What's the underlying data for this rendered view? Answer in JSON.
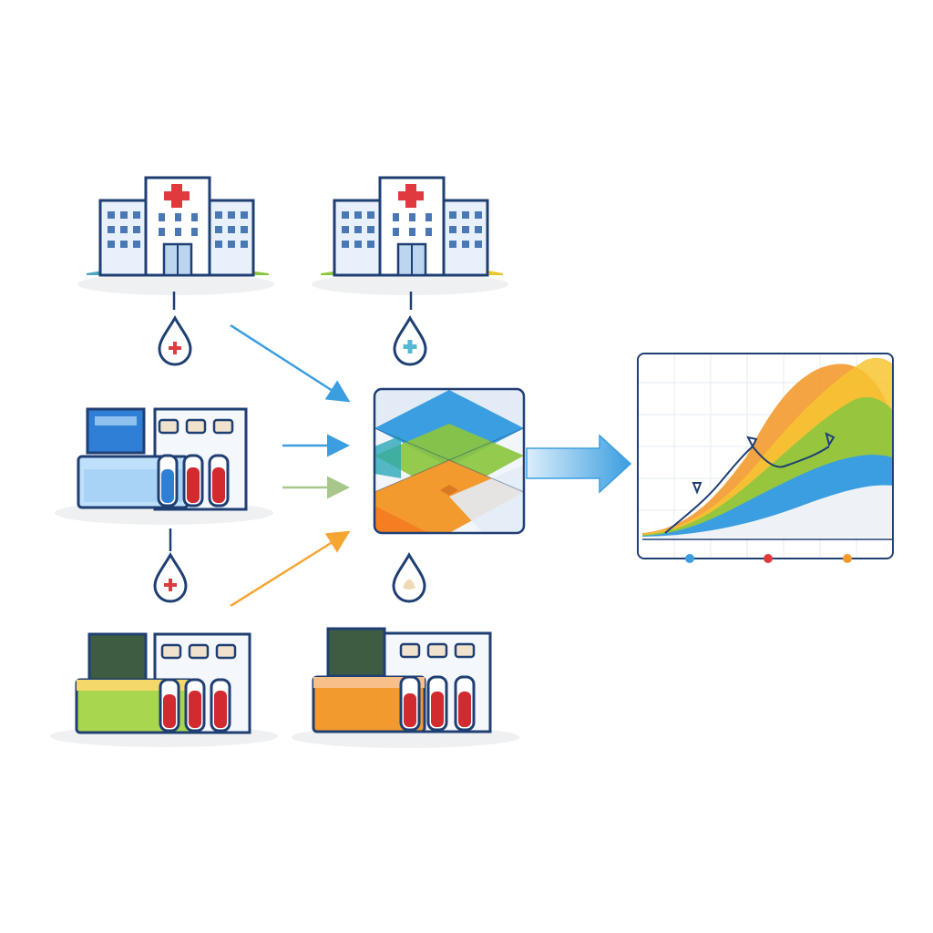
{
  "diagram": {
    "sources": [
      {
        "id": "hospital-a",
        "kind": "hospital"
      },
      {
        "id": "hospital-b",
        "kind": "hospital"
      },
      {
        "id": "lab-blue",
        "kind": "lab-analyzer",
        "accent": "#2f7fd6"
      },
      {
        "id": "lab-green",
        "kind": "lab-analyzer",
        "accent": "#8cc63f"
      },
      {
        "id": "lab-orange",
        "kind": "lab-analyzer",
        "accent": "#f39a2e"
      }
    ],
    "drops": [
      {
        "id": "drop-hospital-a",
        "symbol": "red-cross"
      },
      {
        "id": "drop-hospital-b",
        "symbol": "teal-cross"
      },
      {
        "id": "drop-lab-blue",
        "symbol": "red-cross"
      },
      {
        "id": "drop-center",
        "symbol": "beige-swirl"
      }
    ],
    "hub": {
      "id": "data-integration-hub",
      "colors": [
        "#3a9ee0",
        "#8cc63f",
        "#f39a2e"
      ]
    },
    "output": {
      "id": "growth-chart",
      "series_colors": [
        "#f39a2e",
        "#f7c531",
        "#8cc63f",
        "#3a9ee0"
      ],
      "legend_dots": [
        "#3a9ee0",
        "#e0393e",
        "#f39a2e"
      ]
    },
    "colors": {
      "outline": "#1f3f73",
      "building": "#e8f1fb",
      "window": "#4a78b5",
      "cross": "#e0393e",
      "arrow_blue": "#3a9ee0",
      "arrow_green": "#a8c78a",
      "arrow_orange": "#f5a531",
      "ground": "#eef0f2"
    }
  }
}
